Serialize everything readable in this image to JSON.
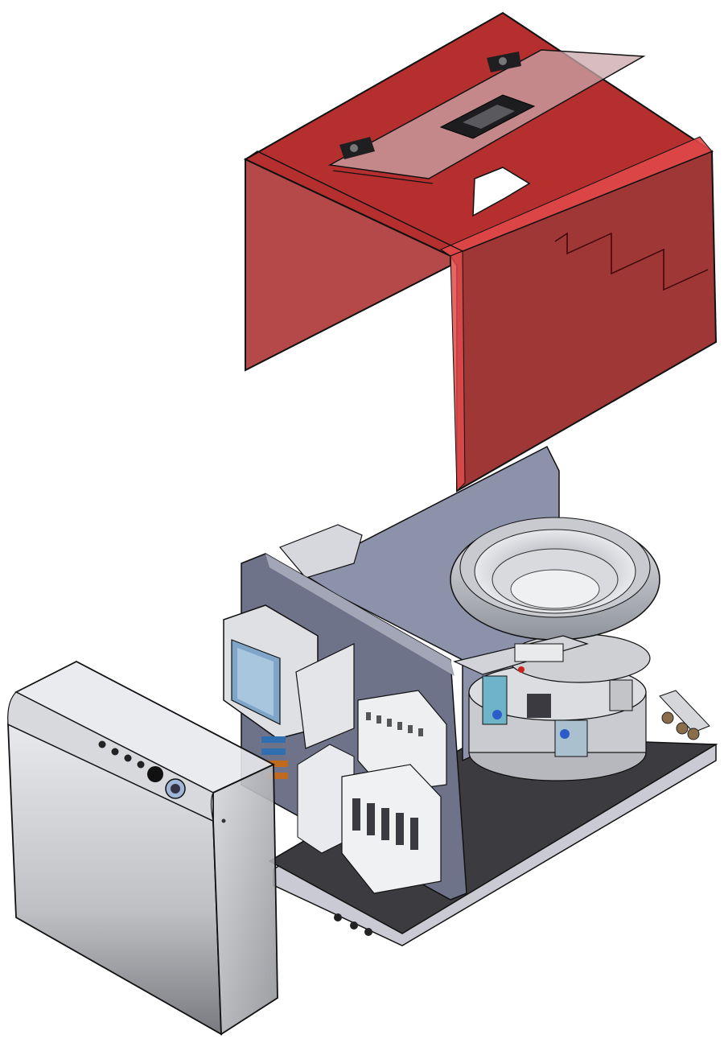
{
  "scene": {
    "description_free": true,
    "parts": [
      {
        "id": "red-cover",
        "icon": "transparent-cover"
      },
      {
        "id": "hinged-lid",
        "icon": "glass-lid"
      },
      {
        "id": "base-plate",
        "icon": "base-plate"
      },
      {
        "id": "back-panel",
        "icon": "mounting-panel"
      },
      {
        "id": "vibratory-bowl",
        "icon": "bowl-feeder"
      },
      {
        "id": "control-box",
        "icon": "enclosure"
      },
      {
        "id": "display-unit",
        "icon": "hmi-screen"
      },
      {
        "id": "relay-modules",
        "icon": "din-rail-modules"
      }
    ],
    "colors": {
      "cover_red": "#b01d1d",
      "cover_dark": "#7a1010",
      "cover_light": "#d84040",
      "metal_light": "#d6d8de",
      "metal_mid": "#a9acb8",
      "panel_blue_gray": "#8c91aa",
      "base_dark": "#3a3a3f",
      "enclosure_gray": "#c9cacc",
      "outline": "#111111",
      "accent_blue": "#2b5cc7",
      "accent_cyan": "#6fb3c9"
    }
  }
}
